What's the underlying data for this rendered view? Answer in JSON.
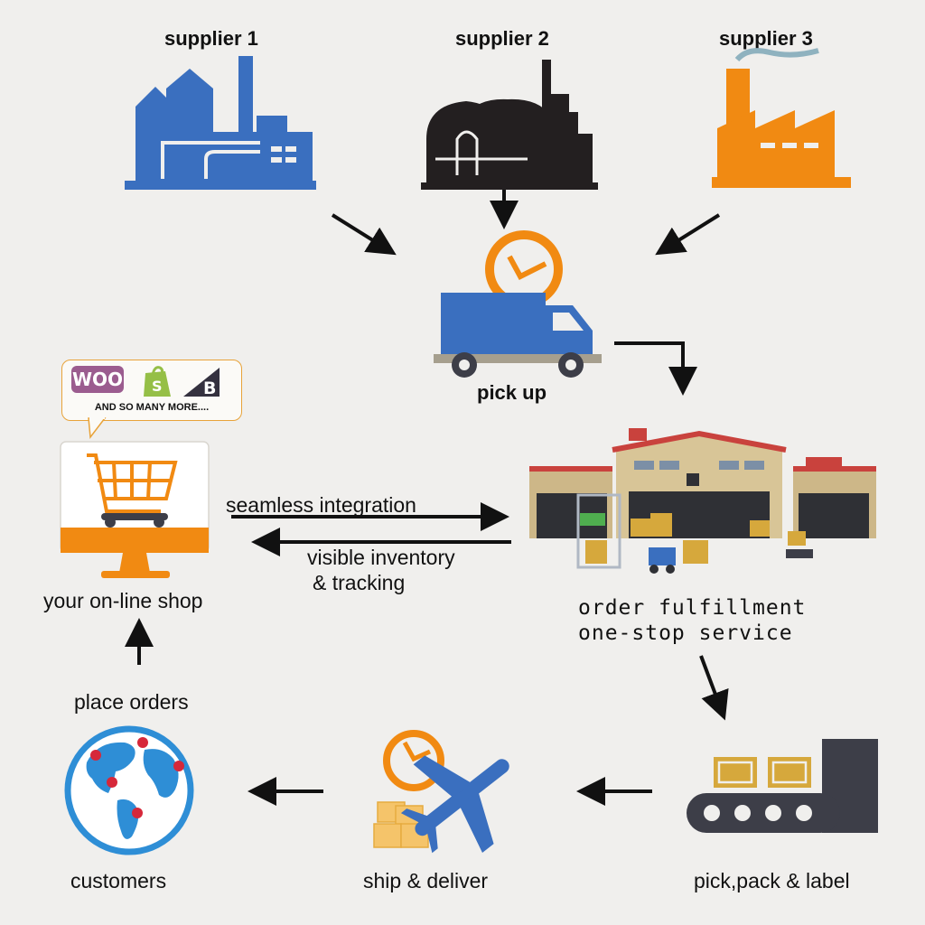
{
  "suppliers": [
    {
      "label": "supplier 1",
      "color": "#3a6fbf"
    },
    {
      "label": "supplier 2",
      "color": "#231f20"
    },
    {
      "label": "supplier 3",
      "color": "#f18a12"
    }
  ],
  "pickup": {
    "label": "pick up"
  },
  "shop": {
    "label": "your  on-line shop",
    "platforms": {
      "woo": "WOO",
      "more": "AND SO MANY MORE...."
    }
  },
  "integration": {
    "forward": "seamless integration",
    "back_line1": "visible inventory",
    "back_line2": "& tracking"
  },
  "fulfillment": {
    "line1": "order  fulfillment",
    "line2": "one-stop  service"
  },
  "pick_pack": {
    "label": "pick,pack & label"
  },
  "ship": {
    "label": "ship & deliver"
  },
  "customers": {
    "label": "customers"
  },
  "place_orders": {
    "label": "place  orders"
  },
  "colors": {
    "blue": "#3a6fbf",
    "orange": "#f18a12",
    "dark": "#231f20",
    "gray": "#3d3e48",
    "box": "#d6a83c"
  }
}
